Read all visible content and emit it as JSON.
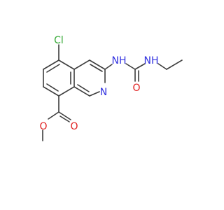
{
  "molecule": {
    "atoms": {
      "chlorine": {
        "text": "Cl",
        "color": "#33a833"
      },
      "amine_nh_1": {
        "text": "NH",
        "color": "#3232e0"
      },
      "amine_nh_2": {
        "text": "NH",
        "color": "#3232e0"
      },
      "ring_nitrogen": {
        "text": "N",
        "color": "#3232e0"
      },
      "carbonyl_oxygen_urea": {
        "text": "O",
        "color": "#e02020"
      },
      "carbonyl_oxygen_ester": {
        "text": "O",
        "color": "#e02020"
      },
      "ester_oxygen": {
        "text": "O",
        "color": "#e02020"
      }
    },
    "bond_color": "#3d3d3d",
    "background": "#ffffff"
  }
}
